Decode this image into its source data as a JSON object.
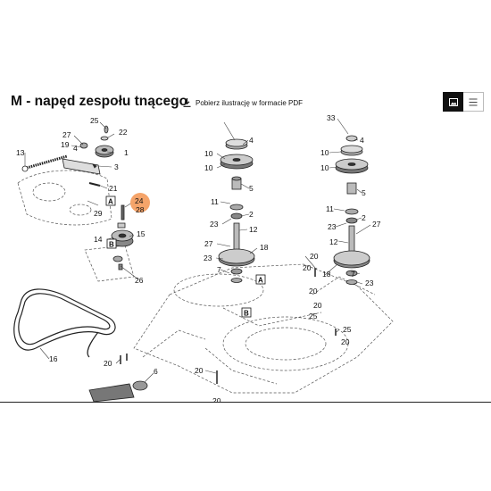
{
  "header": {
    "title": "M - napęd zespołu tnącego",
    "pdf_link_label": "Pobierz ilustrację w formacie PDF",
    "view_options": [
      "image-view",
      "list-view"
    ],
    "active_view": "image-view"
  },
  "diagram": {
    "highlight_color": "#f5a46a",
    "highlighted_label": "24",
    "section_boxes": [
      "A",
      "B",
      "A",
      "B"
    ],
    "labels": [
      "25",
      "27",
      "22",
      "19",
      "4",
      "13",
      "1",
      "3",
      "21",
      "29",
      "24",
      "28",
      "14",
      "15",
      "26",
      "16",
      "20",
      "6",
      "20",
      "20",
      "4",
      "10",
      "10",
      "5",
      "11",
      "2",
      "23",
      "12",
      "27",
      "18",
      "23",
      "7",
      "20",
      "20",
      "18",
      "20",
      "25",
      "20",
      "33",
      "4",
      "10",
      "10",
      "5",
      "11",
      "2",
      "23",
      "27",
      "12",
      "23",
      "7",
      "25",
      "20"
    ]
  }
}
